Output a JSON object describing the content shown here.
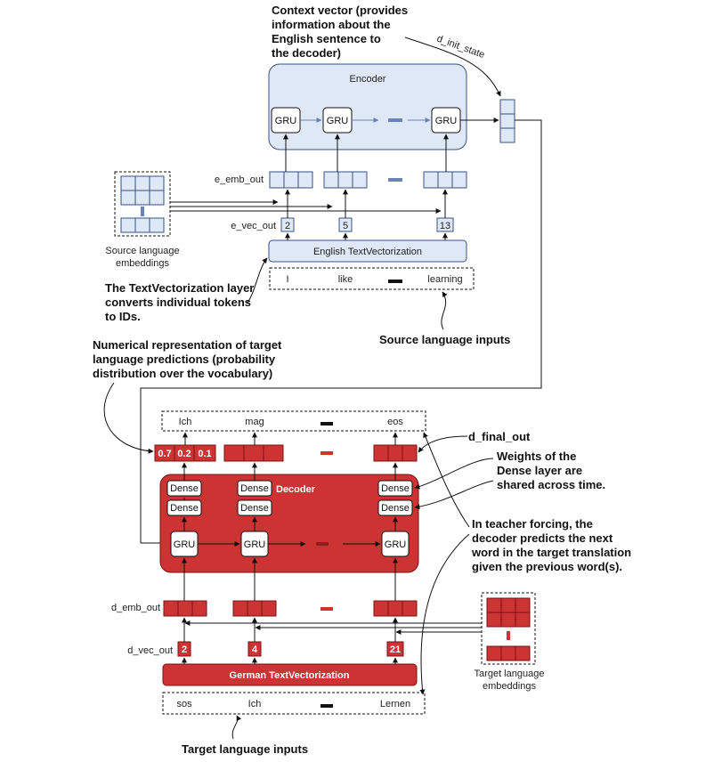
{
  "annotations": {
    "context_vector": [
      "Context vector (provides",
      "information about the",
      "English sentence to",
      "the decoder)"
    ],
    "d_init_state": "d_init_state",
    "textvectorization_note": [
      "The TextVectorization layer",
      "converts individual tokens",
      "to IDs."
    ],
    "source_inputs": "Source language inputs",
    "numerical_rep": [
      "Numerical representation of target",
      "language predictions (probability",
      "distribution over the vocabulary)"
    ],
    "d_final_out": "d_final_out",
    "dense_weights": [
      "Weights of the",
      "Dense layer are",
      "shared across time."
    ],
    "teacher_forcing": [
      "In teacher forcing, the",
      "decoder predicts the next",
      "word in the target translation",
      "given the previous word(s)."
    ],
    "target_inputs": "Target language inputs"
  },
  "encoder": {
    "title": "Encoder",
    "gru_label": "GRU",
    "e_emb_out": "e_emb_out",
    "e_vec_out": "e_vec_out",
    "ids": [
      "2",
      "5",
      "13"
    ],
    "textvec_label": "English TextVectorization",
    "tokens": [
      "I",
      "like",
      "learning"
    ],
    "embeddings_label": [
      "Source language",
      "embeddings"
    ]
  },
  "decoder": {
    "title": "Decoder",
    "gru_label": "GRU",
    "dense_label": "Dense",
    "outputs": [
      "Ich",
      "mag",
      "eos"
    ],
    "probs": [
      "0.7",
      "0.2",
      "0.1"
    ],
    "d_emb_out": "d_emb_out",
    "d_vec_out": "d_vec_out",
    "ids": [
      "2",
      "4",
      "21"
    ],
    "textvec_label": "German TextVectorization",
    "tokens": [
      "sos",
      "Ich",
      "Lernen"
    ],
    "embeddings_label": [
      "Target language",
      "embeddings"
    ]
  },
  "colors": {
    "encoder_fill": "#dfe8f7",
    "encoder_stroke": "#3a4f80",
    "decoder_fill": "#cc3333",
    "decoder_dark": "#7a1111"
  }
}
